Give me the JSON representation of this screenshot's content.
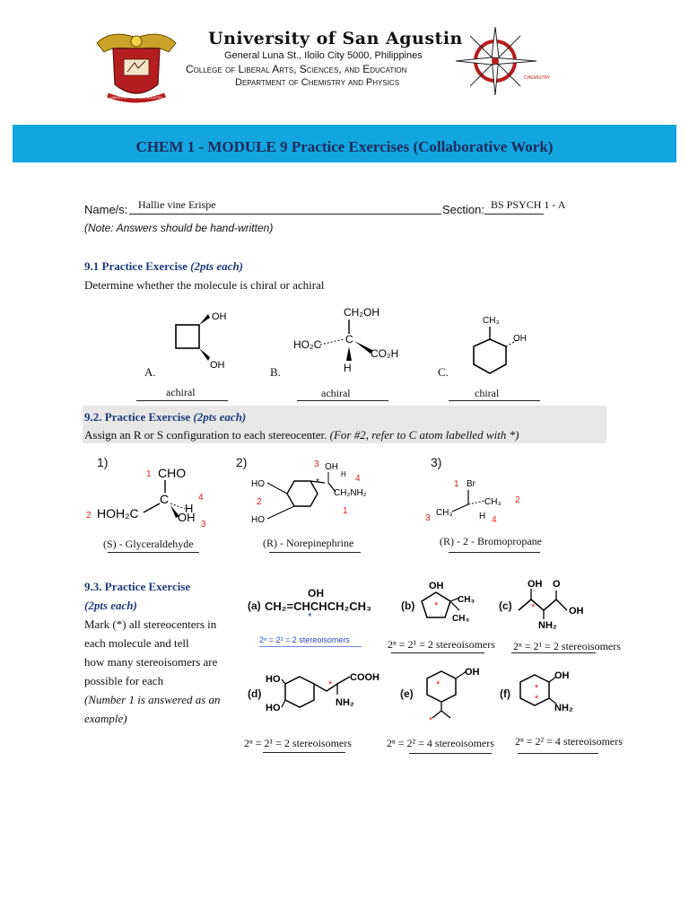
{
  "header": {
    "university": "University of San Agustin",
    "address": "General Luna St., Iloilo City 5000, Philippines",
    "college": "College of Liberal Arts, Sciences, and Education",
    "department": "Department of Chemistry and Physics",
    "left_seal_text": "UNIVERSITY OF SAN AGUSTIN",
    "right_seal_text": "CHEMISTRY"
  },
  "banner": {
    "title": "CHEM 1 - MODULE 9 Practice Exercises (Collaborative Work)",
    "color": "#12a5e0"
  },
  "form": {
    "name_label": "Name/s:",
    "name_value": "Hallie vine Erispe",
    "section_label": "Section:",
    "section_value": "BS PSYCH 1 - A",
    "note": "(Note: Answers should be hand-written)"
  },
  "ex91": {
    "heading": "9.1 Practice Exercise",
    "points": "(2pts each)",
    "instruction": "Determine whether the molecule is chiral or achiral",
    "items": [
      {
        "letter": "A.",
        "answer": "achiral"
      },
      {
        "letter": "B.",
        "answer": "achiral"
      },
      {
        "letter": "C.",
        "answer": "chiral"
      }
    ],
    "labels": {
      "oh": "OH",
      "ch2oh": "CH₂OH",
      "ho2c": "HO₂C",
      "c": "C",
      "co2h": "CO₂H",
      "h": "H",
      "ch3": "CH₃"
    }
  },
  "ex92": {
    "heading": "9.2. Practice Exercise",
    "points": "(2pts each)",
    "instruction": "Assign an R or S configuration to each stereocenter.",
    "instruction_note": "(For #2, refer to C atom labelled with *)",
    "items": [
      {
        "num": "1)",
        "answer": "(S) - Glyceraldehyde"
      },
      {
        "num": "2)",
        "answer": "(R) - Norepinephrine"
      },
      {
        "num": "3)",
        "answer": "(R) - 2 - Bromopropane"
      }
    ],
    "labels": {
      "cho": "CHO",
      "c": "C",
      "h": "H",
      "oh": "OH",
      "hoh2c": "HOH₂C",
      "ho": "HO",
      "ch2nh2": "CH₂NH₂",
      "star": "*",
      "br": "Br",
      "ch3": "CH₃",
      "p1": "1",
      "p2": "2",
      "p3": "3",
      "p4": "4"
    }
  },
  "ex93": {
    "heading": "9.3. Practice Exercise",
    "points": "(2pts each)",
    "lines": [
      "Mark (*) all stereocenters in",
      "each molecule and tell",
      "how many stereoisomers are",
      "possible for each"
    ],
    "note_lines": [
      "(Number 1 is answered as an",
      "example)"
    ],
    "example": "2ⁿ = 2¹ = 2 stereoisomers",
    "items": [
      {
        "letter": "(a)",
        "formula": "CH₂=CHCHCH₂CH₃",
        "oh": "OH"
      },
      {
        "letter": "(b)",
        "answer": "2ⁿ = 2¹ = 2 stereoisomers"
      },
      {
        "letter": "(c)",
        "answer": "2ⁿ = 2¹ = 2 stereoisomers"
      },
      {
        "letter": "(d)",
        "answer": "2ⁿ = 2¹ = 2 stereoisomers"
      },
      {
        "letter": "(e)",
        "answer": "2ⁿ = 2² = 4 stereoisomers"
      },
      {
        "letter": "(f)",
        "answer": "2ⁿ = 2² = 4 stereoisomers"
      }
    ],
    "labels": {
      "oh": "OH",
      "ch3": "CH₃",
      "nh2": "NH₂",
      "ho": "HO",
      "cooh": "COOH",
      "star": "*"
    }
  }
}
